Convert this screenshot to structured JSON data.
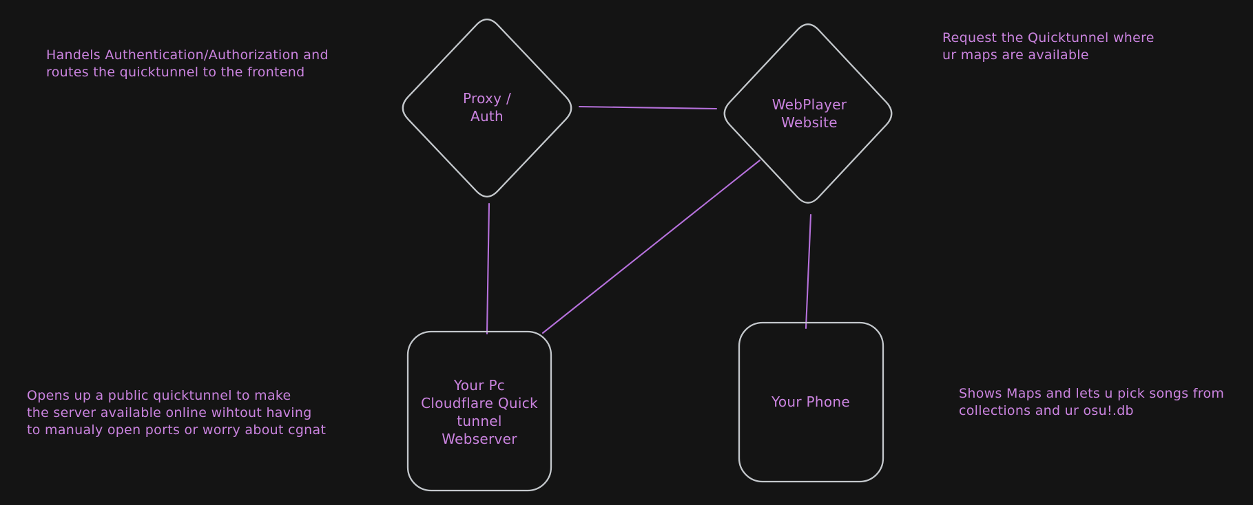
{
  "canvas": {
    "theme": "dark",
    "background_color": "#141414",
    "shape_stroke_color": "#c4c8cc",
    "edge_color": "#b671dc",
    "text_color": "#cb84e0"
  },
  "notes": {
    "top_left": "Handels Authentication/Authorization and\nroutes the quicktunnel to the frontend",
    "top_right": "Request the Quicktunnel where\nur maps are available",
    "bottom_left": "Opens up a public quicktunnel to make\nthe server available online wihtout having\nto manualy open ports or worry about cgnat",
    "bottom_right": "Shows Maps and lets u pick songs from\ncollections and ur osu!.db"
  },
  "nodes": {
    "proxy_auth": {
      "shape": "diamond",
      "label": "Proxy /\nAuth"
    },
    "webplayer": {
      "shape": "diamond",
      "label": "WebPlayer\nWebsite"
    },
    "pc_webserver": {
      "shape": "rounded-rectangle",
      "label": "Your Pc\nCloudflare Quick\ntunnel\nWebserver"
    },
    "phone": {
      "shape": "rounded-rectangle",
      "label": "Your Phone"
    }
  },
  "edges": [
    {
      "from": "proxy_auth",
      "to": "webplayer"
    },
    {
      "from": "proxy_auth",
      "to": "pc_webserver"
    },
    {
      "from": "webplayer",
      "to": "pc_webserver"
    },
    {
      "from": "webplayer",
      "to": "phone"
    }
  ]
}
